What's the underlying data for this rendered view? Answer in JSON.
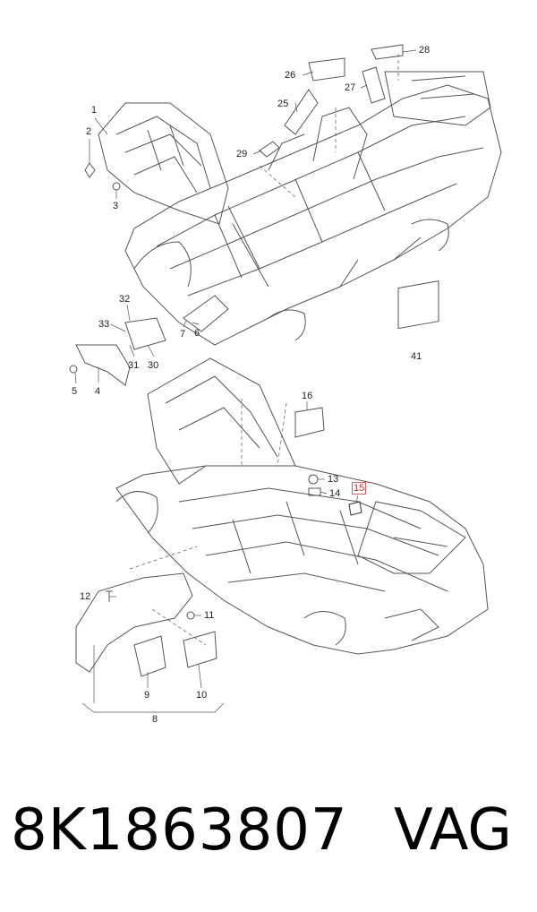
{
  "diagram": {
    "callouts": [
      {
        "id": "c1",
        "text": "1"
      },
      {
        "id": "c2",
        "text": "2"
      },
      {
        "id": "c3",
        "text": "3"
      },
      {
        "id": "c4",
        "text": "4"
      },
      {
        "id": "c5",
        "text": "5"
      },
      {
        "id": "c6",
        "text": "6"
      },
      {
        "id": "c7",
        "text": "7"
      },
      {
        "id": "c8",
        "text": "8"
      },
      {
        "id": "c9",
        "text": "9"
      },
      {
        "id": "c10",
        "text": "10"
      },
      {
        "id": "c11",
        "text": "11"
      },
      {
        "id": "c12",
        "text": "12"
      },
      {
        "id": "c13",
        "text": "13"
      },
      {
        "id": "c14",
        "text": "14"
      },
      {
        "id": "c15",
        "text": "15",
        "highlighted": true
      },
      {
        "id": "c16",
        "text": "16"
      },
      {
        "id": "c25",
        "text": "25"
      },
      {
        "id": "c26",
        "text": "26"
      },
      {
        "id": "c27",
        "text": "27"
      },
      {
        "id": "c28",
        "text": "28"
      },
      {
        "id": "c29",
        "text": "29"
      },
      {
        "id": "c30",
        "text": "30"
      },
      {
        "id": "c31",
        "text": "31"
      },
      {
        "id": "c32",
        "text": "32"
      },
      {
        "id": "c33",
        "text": "33"
      },
      {
        "id": "c41",
        "text": "41"
      }
    ],
    "colors": {
      "line": "#555555",
      "highlight": "#e06060"
    }
  },
  "footer": {
    "part_number": "8K1863807",
    "brand": "VAG"
  }
}
